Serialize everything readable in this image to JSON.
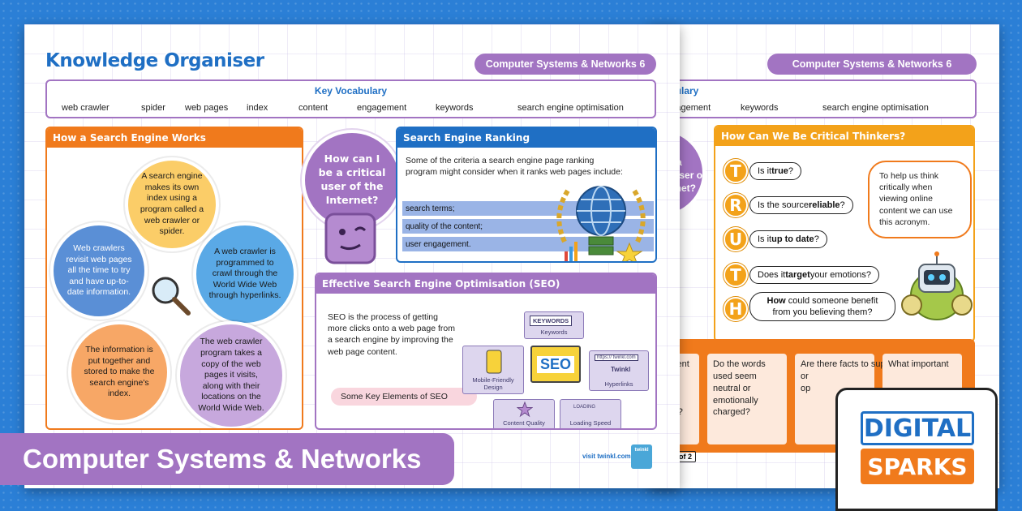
{
  "back_sheet": {
    "subject_pill": "Computer Systems & Networks 6",
    "vocab_partial_title": "cabulary",
    "vocab_words": [
      "engagement",
      "keywords",
      "search engine optimisation"
    ],
    "critical_panel": {
      "title": "How Can We Be Critical Thinkers?",
      "questions": [
        {
          "letter": "T",
          "pre": "Is it ",
          "bold": "true",
          "post": "?"
        },
        {
          "letter": "R",
          "pre": "Is the source ",
          "bold": "reliable",
          "post": "?"
        },
        {
          "letter": "U",
          "pre": "Is it ",
          "bold": "up to date",
          "post": "?"
        },
        {
          "letter": "T",
          "pre": "Does it ",
          "bold": "target",
          "post": " your emotions?"
        },
        {
          "letter": "H",
          "pre": "",
          "bold": "How",
          "post": " could someone benefit from you believing them?"
        }
      ],
      "speech": "To help us think critically when viewing online content we can use this acronym."
    },
    "partial_bubble": "I be a\ncal user of\nnternet?",
    "bottom_cards": [
      "t present\nes of\nry,\nt one\nective?",
      "Do the words used seem neutral or emotionally charged?",
      "Are there facts to support th\nor\nop",
      "What important"
    ],
    "page_number": "of 2"
  },
  "front_sheet": {
    "title": "Knowledge Organiser",
    "subject_pill": "Computer Systems & Networks 6",
    "vocab": {
      "title": "Key Vocabulary",
      "words": [
        "web crawler",
        "spider",
        "web pages",
        "index",
        "content",
        "engagement",
        "keywords",
        "search engine optimisation"
      ]
    },
    "how_panel": {
      "title": "How a Search Engine Works",
      "bubbles": [
        "A search engine makes its own index using a program called a web crawler or spider.",
        "Web crawlers revisit web pages all the time to try and have up-to-date information.",
        "A web crawler is programmed to crawl through the World Wide Web through hyperlinks.",
        "The information is put together and stored to make the search engine's index.",
        "The web crawler program takes a copy of the web pages it visits, along with their locations on the World Wide Web."
      ]
    },
    "critical_bubble": "How can I be a critical user of the Internet?",
    "ranking_panel": {
      "title": "Search Engine Ranking",
      "intro": "Some of the criteria a search engine page ranking program might consider when it ranks web pages include:",
      "criteria": [
        "search terms;",
        "quality of the content;",
        "user engagement."
      ]
    },
    "seo_panel": {
      "title": "Effective Search Engine Optimisation (SEO)",
      "text": "SEO is the process of getting more clicks onto a web page from a search engine by improving the web page content.",
      "elements_label": "Some Key Elements of SEO",
      "center_label": "SEO",
      "keywords_box": "KEYWORDS",
      "url_text": "https:// twinkl.com",
      "link_text": "Twinkl",
      "loading_text": "LOADING",
      "icons": [
        "Keywords",
        "Mobile-Friendly Design",
        "Hyperlinks",
        "Content Quality",
        "Loading Speed"
      ]
    },
    "footer_link": "visit twinkl.com",
    "footer_badge": "twinkl"
  },
  "banner": "Computer Systems & Networks",
  "logo": {
    "top": "DIGITAL",
    "bottom": "SPARKS"
  },
  "colors": {
    "purple": "#a274c2",
    "blue": "#1f6fc4",
    "orange": "#f07a1c",
    "amber": "#f3a21a",
    "bubble_orange": "#f7a766",
    "bubble_yellow": "#fbcd68",
    "bubble_blue": "#5aa9e6",
    "bubble_purple": "#c7a8dd",
    "bubble_dark_blue": "#5a8fd6"
  }
}
